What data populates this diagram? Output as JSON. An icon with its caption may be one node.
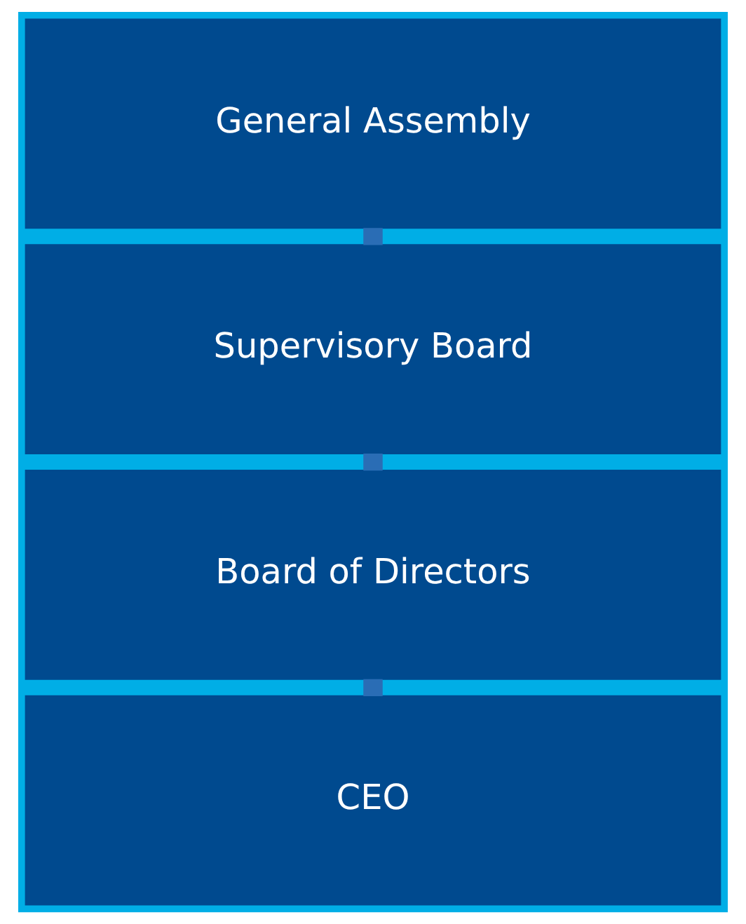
{
  "diagram": {
    "nodes": [
      {
        "text": [
          "General Assembly"
        ]
      },
      {
        "text": [
          "Supervisory Board"
        ]
      },
      {
        "text": [
          "Board of Directors"
        ]
      },
      {
        "text": [
          "CEO"
        ]
      }
    ],
    "edges": [
      {
        "from": 0,
        "to": 1,
        "arrow": "none"
      },
      {
        "from": 1,
        "to": 2,
        "arrow": "none"
      },
      {
        "from": 2,
        "to": 3,
        "arrow": "none"
      }
    ]
  }
}
